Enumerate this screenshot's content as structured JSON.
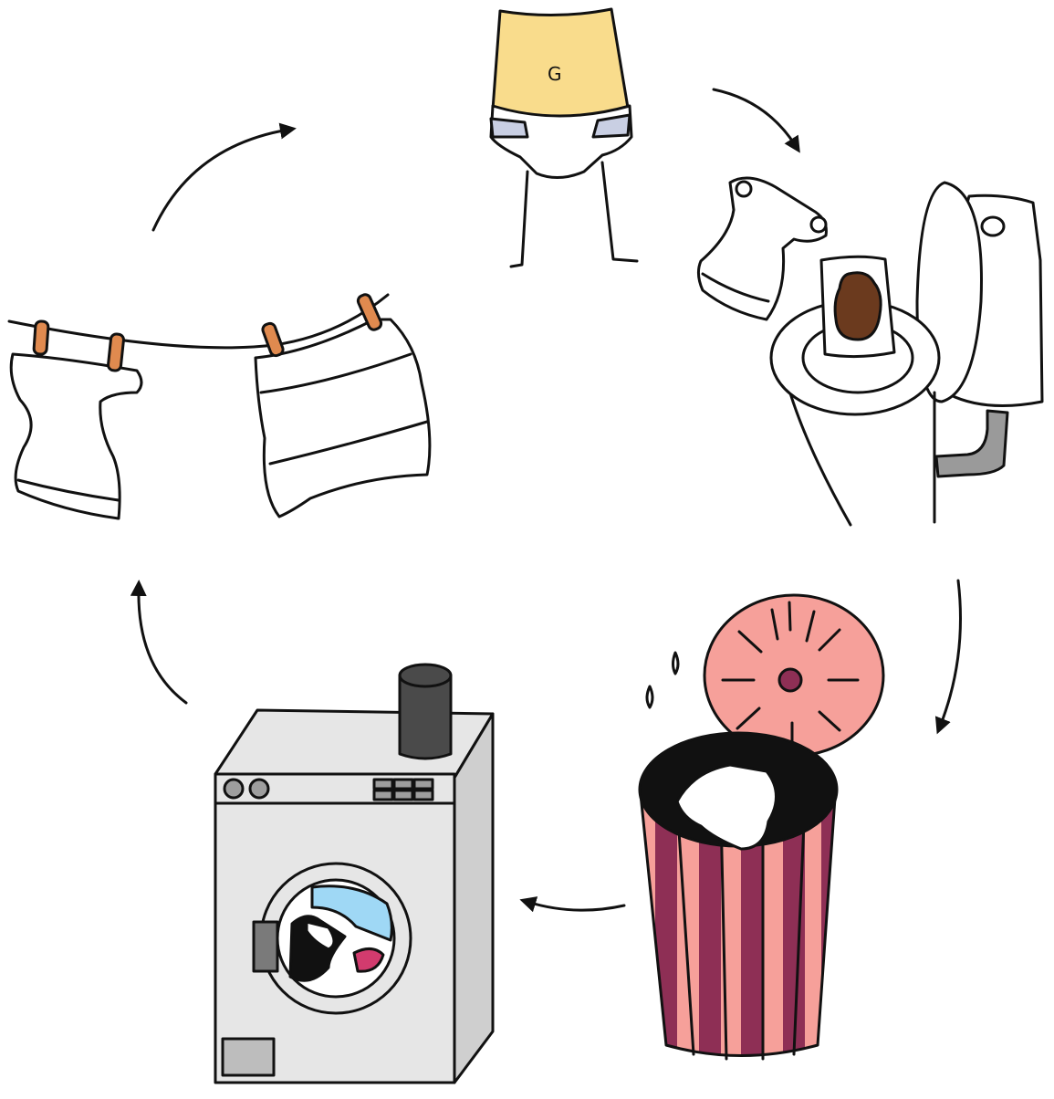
{
  "diagram": {
    "belly_label": "G",
    "colors": {
      "skin": "#F9DC8C",
      "diaper_tabs": "#C9CFE3",
      "clothespin": "#E08A4F",
      "bin_lid": "#F6A09A",
      "bin_stripe_dark": "#8E2F55",
      "bin_stripe_light": "#F6A09A",
      "machine_body": "#E6E6E6",
      "machine_dark": "#7A7A7A",
      "detergent": "#4A4A4A",
      "drum_blue": "#9FD8F5",
      "drum_pink": "#D23B6E",
      "toilet_pipe": "#9A9A9A",
      "poop": "#6B3A1E"
    },
    "stages": [
      {
        "id": "wearing",
        "icon": "diaper-wearer-icon"
      },
      {
        "id": "emptying",
        "icon": "toilet-icon"
      },
      {
        "id": "storing",
        "icon": "diaper-pail-icon"
      },
      {
        "id": "washing",
        "icon": "washing-machine-icon"
      },
      {
        "id": "drying",
        "icon": "clothesline-icon"
      }
    ]
  }
}
